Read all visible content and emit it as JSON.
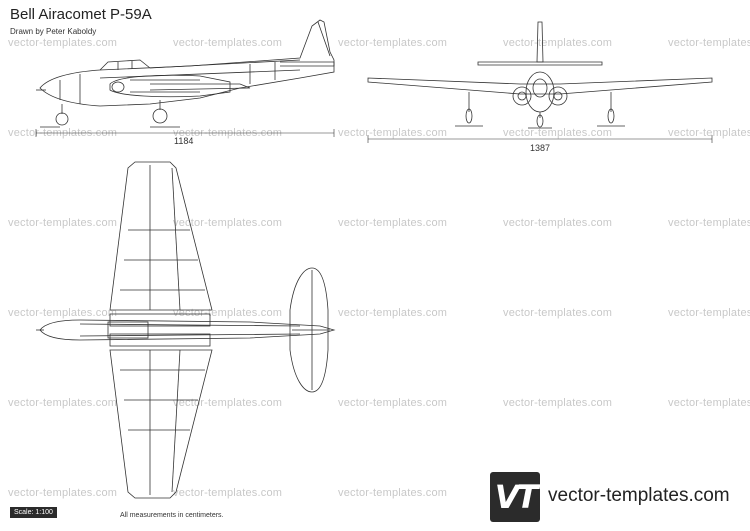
{
  "title": "Bell Airacomet P-59A",
  "subtitle": "Drawn by Peter Kaboldy",
  "watermark_text": "vector-templates.com",
  "dimensions": {
    "side_length": "1184",
    "front_span": "1387"
  },
  "scale_label": "Scale: 1:100",
  "measurement_note": "All measurements in centimeters.",
  "brand": {
    "logo_text": "VT",
    "site": "vector-templates.com"
  },
  "colors": {
    "line": "#333333",
    "watermark": "#c8c8c8",
    "badge": "#2b2b2b"
  }
}
